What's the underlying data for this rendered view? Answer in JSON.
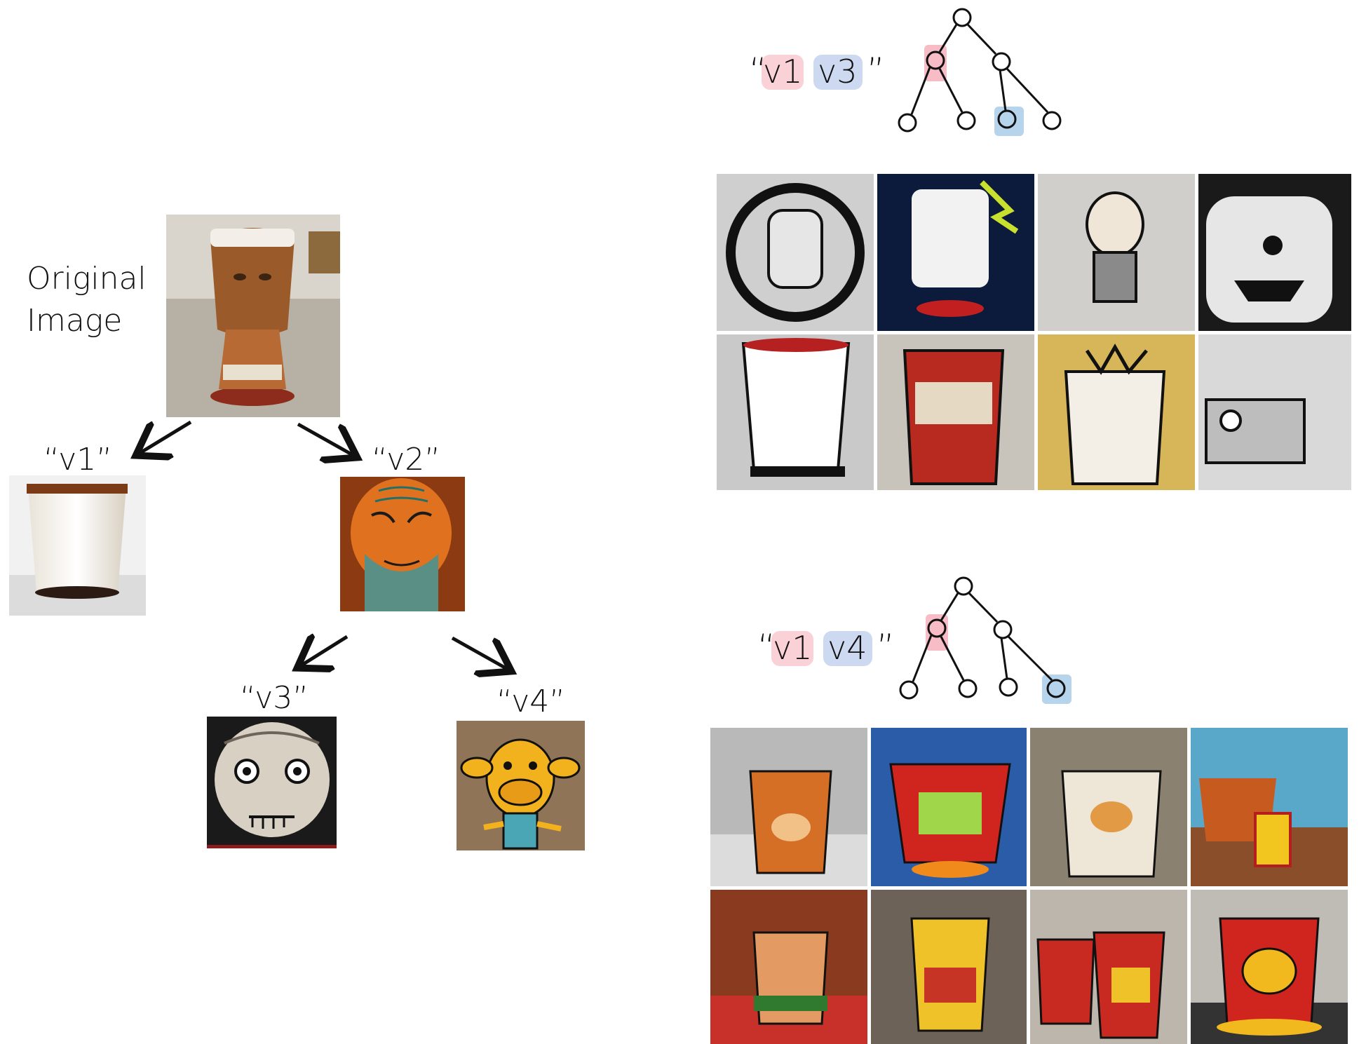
{
  "colors": {
    "highlight_red": "#f07a8c",
    "highlight_blue": "#6fa9dc",
    "ink": "#111111"
  },
  "left_tree": {
    "original_label_line1": "Original",
    "original_label_line2": "Image",
    "v1_label": "“v1”",
    "v2_label": "“v2”",
    "v3_label": "“v3”",
    "v4_label": "“v4”"
  },
  "panel_top": {
    "prompt_open": "“",
    "token_a": "v1",
    "token_b": "v3",
    "prompt_close": "”",
    "grid_rows": 2,
    "grid_cols": 4
  },
  "panel_bottom": {
    "prompt_open": "“",
    "token_a": "v1",
    "token_b": "v4",
    "prompt_close": "”",
    "grid_rows": 2,
    "grid_cols": 4
  }
}
